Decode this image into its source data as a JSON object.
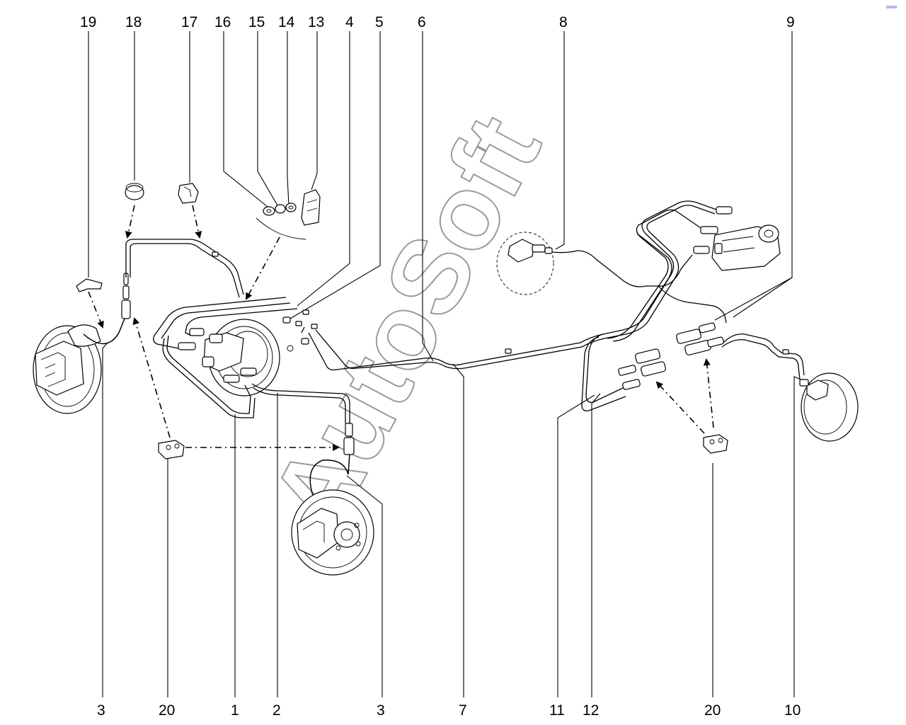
{
  "callouts_top": [
    "19",
    "18",
    "17",
    "16",
    "15",
    "14",
    "13",
    "4",
    "5",
    "6",
    "8",
    "9"
  ],
  "callouts_bottom": [
    "3",
    "20",
    "1",
    "2",
    "3",
    "7",
    "11",
    "12",
    "20",
    "10"
  ],
  "watermark": "AutoSoft",
  "corner_mark": "www"
}
